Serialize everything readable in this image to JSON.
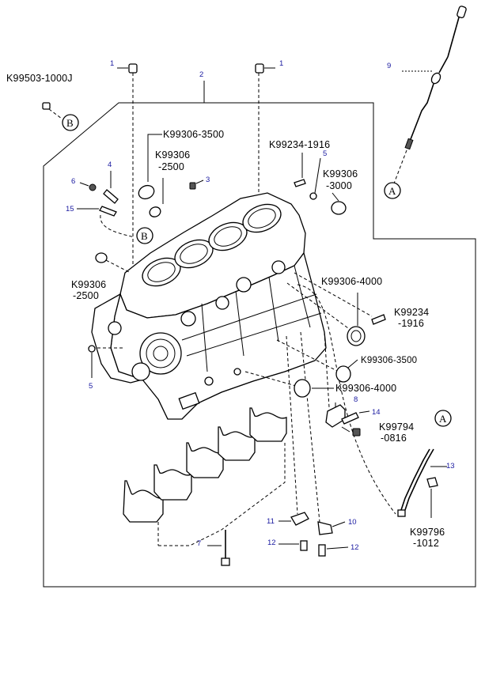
{
  "part_numbers": {
    "pn_99503_1000j": "K99503-1000J",
    "pn_99306_3500_top": "K99306-3500",
    "pn_99306_2500_top_a": "K99306",
    "pn_99306_2500_top_b": "-2500",
    "pn_99234_1916_top": "K99234-1916",
    "pn_99306_3000_a": "K99306",
    "pn_99306_3000_b": "-3000",
    "pn_99306_2500_left_a": "K99306",
    "pn_99306_2500_left_b": "-2500",
    "pn_99306_4000_top": "K99306-4000",
    "pn_99234_1916_right_a": "K99234",
    "pn_99234_1916_right_b": "-1916",
    "pn_99306_3500_mid": "K99306-3500",
    "pn_99306_4000_bottom": "K99306-4000",
    "pn_99794_0816_a": "K99794",
    "pn_99794_0816_b": "-0816",
    "pn_99796_1012_a": "K99796",
    "pn_99796_1012_b": "-1012"
  },
  "callouts": {
    "ref_1_left": "1",
    "ref_1_right": "1",
    "ref_2": "2",
    "ref_3": "3",
    "ref_4": "4",
    "ref_5_top": "5",
    "ref_5_left": "5",
    "ref_6": "6",
    "ref_7": "7",
    "ref_8": "8",
    "ref_9": "9",
    "ref_10": "10",
    "ref_11": "11",
    "ref_12_left": "12",
    "ref_12_right": "12",
    "ref_13": "13",
    "ref_14": "14",
    "ref_15": "15"
  },
  "connectors": {
    "a_top": "A",
    "a_right": "A",
    "b_left": "B",
    "b_block": "B"
  }
}
